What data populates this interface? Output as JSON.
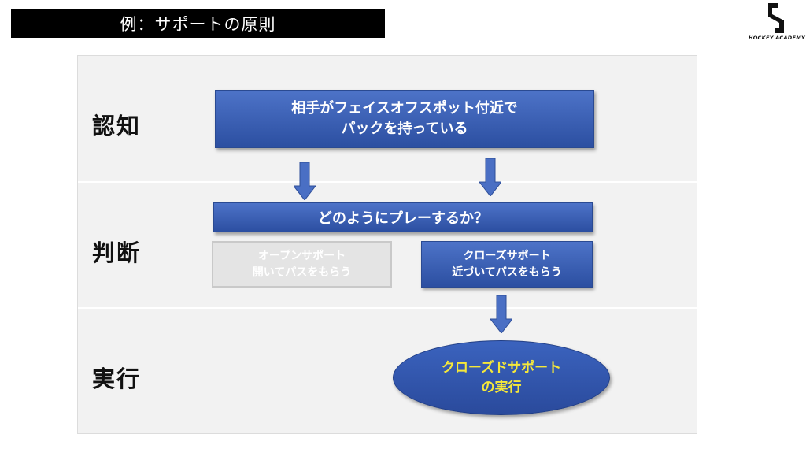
{
  "title": "例：サポートの原則",
  "logo": {
    "text": "HOCKEY ACADEMY"
  },
  "stages": {
    "recognition": "認知",
    "judgment": "判断",
    "execution": "実行"
  },
  "nodes": {
    "situation": {
      "line1": "相手がフェイスオフスポット付近で",
      "line2": "パックを持っている"
    },
    "question": "どのようにプレーするか？",
    "open_support": {
      "line1": "オープンサポート",
      "line2": "開いてパスをもらう"
    },
    "close_support": {
      "line1": "クローズサポート",
      "line2": "近づいてパスをもらう"
    },
    "execute": {
      "line1": "クローズドサポート",
      "line2": "の実行"
    }
  },
  "colors": {
    "box_blue": "#3a5fb5",
    "highlight_text": "#f5e83a",
    "disabled_box": "#e4e4e4",
    "panel": "#f2f2f2"
  }
}
